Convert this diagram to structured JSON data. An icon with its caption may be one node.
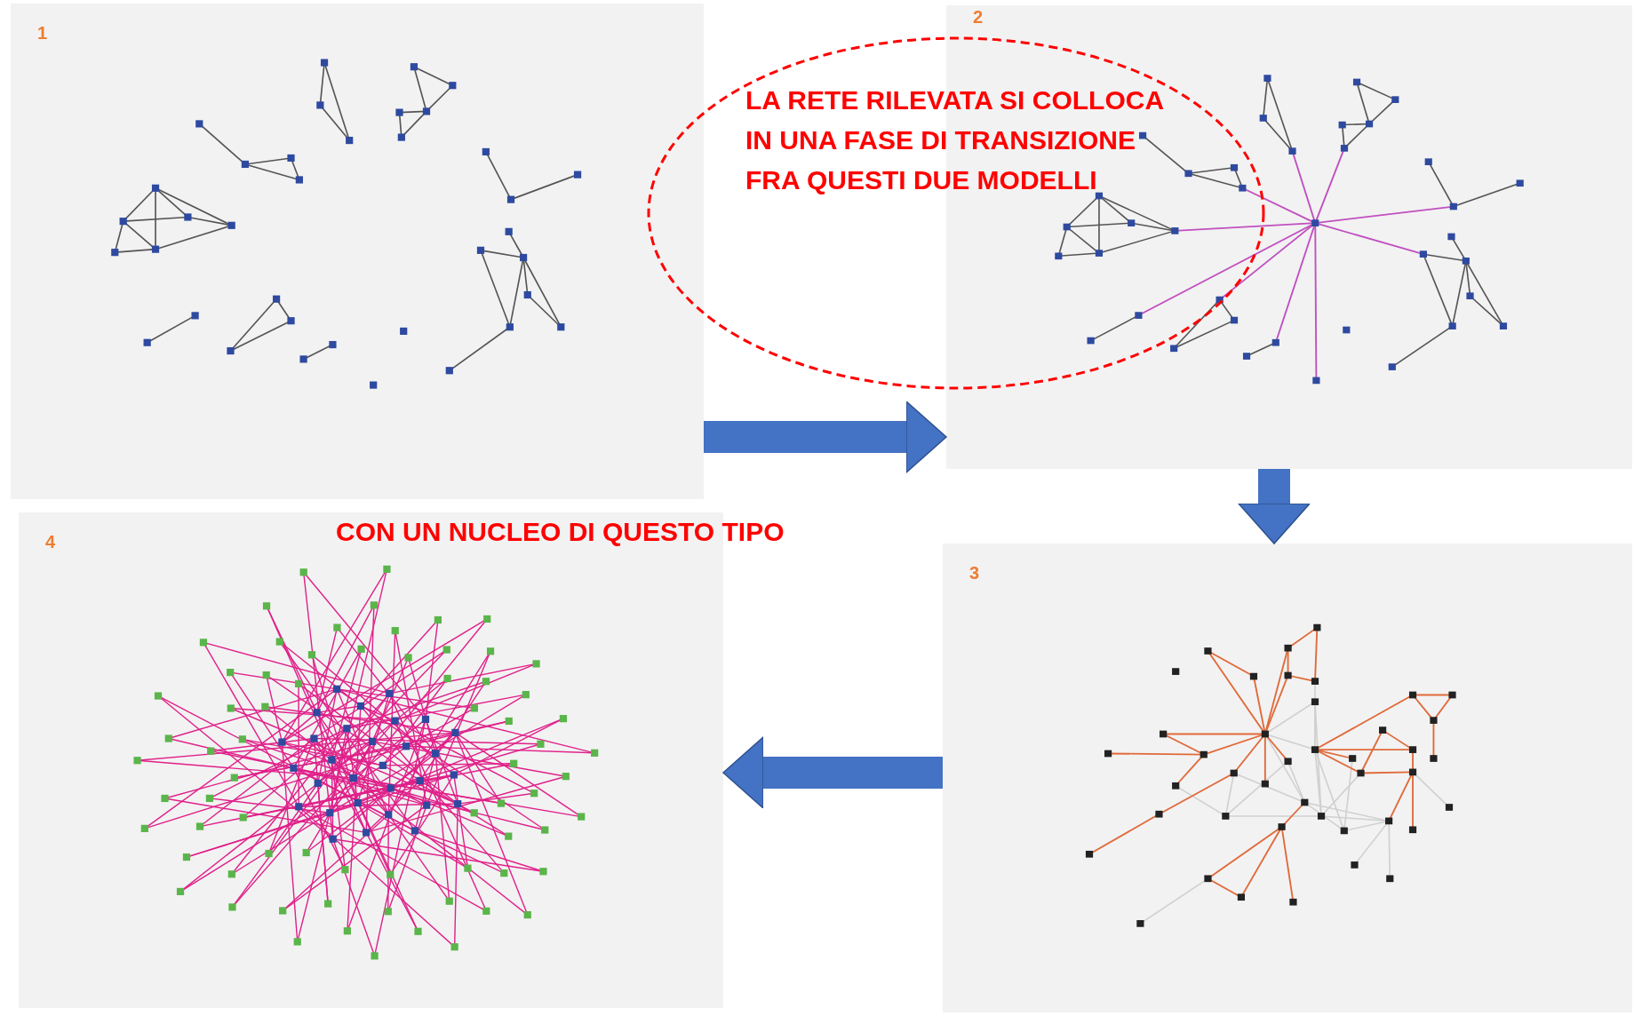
{
  "diagram": {
    "nodes": [
      {
        "text": [
          "1"
        ]
      },
      {
        "text": [
          "LA RETE RILEVATA SI COLLOCA IN UNA FASE DI TRANSIZIONE FRA QUESTI DUE MODELLI"
        ]
      },
      {
        "text": [
          "2"
        ]
      },
      {
        "text": [
          "3"
        ]
      },
      {
        "text": [
          "4"
        ]
      }
    ],
    "edges": [
      {
        "from": 0,
        "to": 2,
        "arrow": "to"
      },
      {
        "from": 2,
        "to": 3,
        "arrow": "to"
      },
      {
        "from": 3,
        "to": 4,
        "arrow": "to"
      }
    ],
    "labels": [
      "CON UN NUCLEO DI QUESTO TIPO"
    ]
  }
}
